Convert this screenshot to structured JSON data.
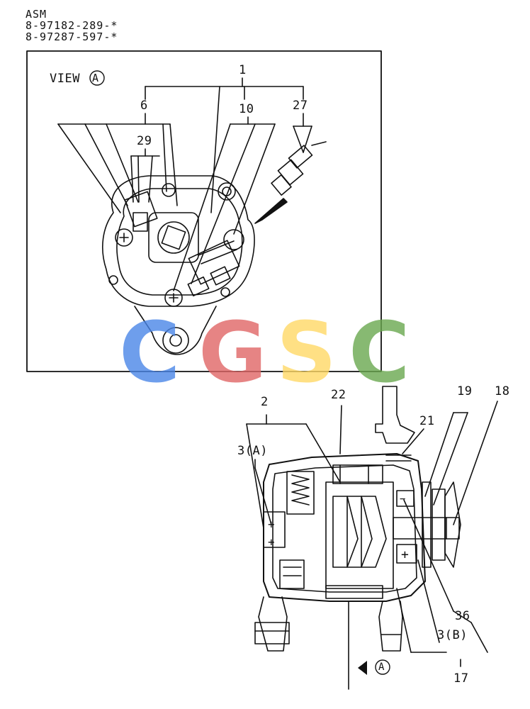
{
  "header": {
    "line1": "ASM",
    "line2": "8-97182-289-*",
    "line3": "8-97287-597-*"
  },
  "view_caption": {
    "text": "VIEW",
    "marker": "A"
  },
  "callouts_view": [
    "1",
    "6",
    "10",
    "27",
    "29"
  ],
  "callouts_section": [
    "2",
    "22",
    "19",
    "18",
    "21",
    "3(A)",
    "36",
    "3(B)",
    "17"
  ],
  "direction_marker": "A",
  "watermark": {
    "letters": [
      "C",
      "G",
      "S",
      "C"
    ],
    "colors": [
      "#4a86e8",
      "#e06666",
      "#ffd966",
      "#6aa84f"
    ]
  }
}
